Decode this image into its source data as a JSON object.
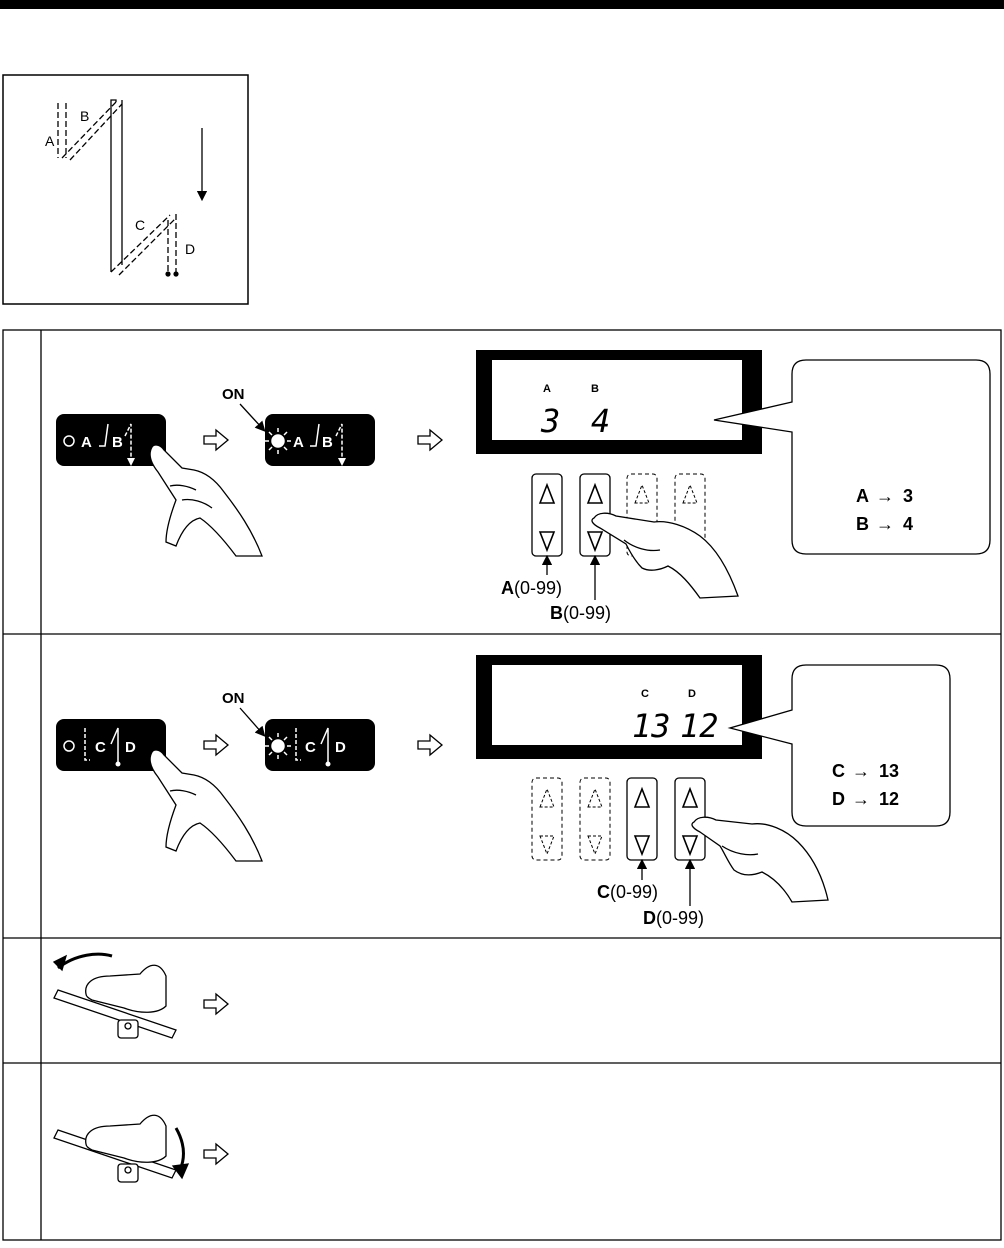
{
  "colors": {
    "ink": "#000000",
    "paper": "#ffffff",
    "lcd_frame": "#000000"
  },
  "diagram": {
    "label_a": "A",
    "label_b": "B",
    "label_c": "C",
    "label_d": "D"
  },
  "steps": [
    {
      "button_off": {
        "label_a": "A",
        "label_b": "B"
      },
      "on_label": "ON",
      "button_on": {
        "label_a": "A",
        "label_b": "B"
      },
      "display": {
        "left_letter": "A",
        "right_letter": "B",
        "left_value": "3",
        "right_value": "4"
      },
      "range_labels": [
        {
          "letter": "A",
          "range": "(0-99)"
        },
        {
          "letter": "B",
          "range": "(0-99)"
        }
      ],
      "callout": [
        {
          "letter": "A",
          "arrow": "→",
          "value": "3"
        },
        {
          "letter": "B",
          "arrow": "→",
          "value": "4"
        }
      ]
    },
    {
      "button_off": {
        "label_a": "C",
        "label_b": "D"
      },
      "on_label": "ON",
      "button_on": {
        "label_a": "C",
        "label_b": "D"
      },
      "display": {
        "left_letter": "C",
        "right_letter": "D",
        "left_value": "13",
        "right_value": "12"
      },
      "range_labels": [
        {
          "letter": "C",
          "range": "(0-99)"
        },
        {
          "letter": "D",
          "range": "(0-99)"
        }
      ],
      "callout": [
        {
          "letter": "C",
          "arrow": "→",
          "value": "13"
        },
        {
          "letter": "D",
          "arrow": "→",
          "value": "12"
        }
      ]
    }
  ],
  "icons": {
    "arrow": "outline-right-arrow-icon",
    "hand": "pressing-hand-icon",
    "pedal_back": "pedal-depress-back-icon",
    "pedal_forward": "pedal-depress-forward-icon"
  }
}
